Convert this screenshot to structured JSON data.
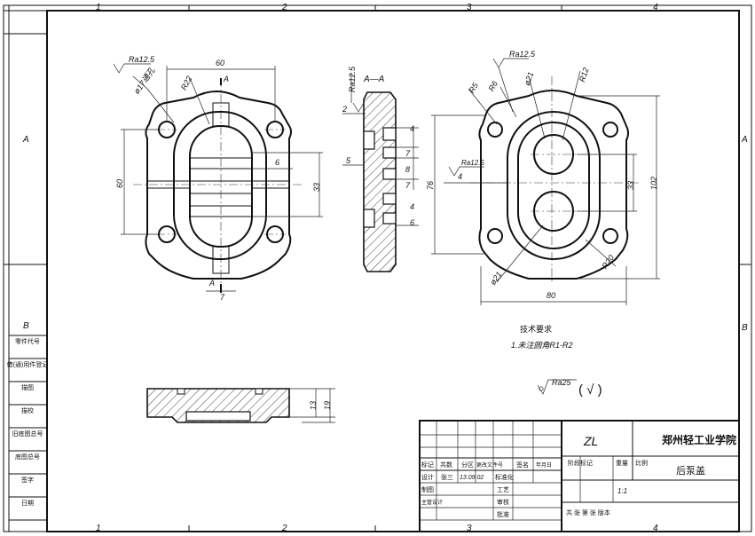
{
  "border": {
    "top_numbers": [
      "1",
      "2",
      "3",
      "4"
    ],
    "bottom_numbers": [
      "1",
      "2",
      "3",
      "4"
    ],
    "side_letters": [
      "A",
      "B"
    ]
  },
  "side_panel": {
    "rows": [
      "借(通)用件登记",
      "旧底图总号",
      "底图总号",
      "签字",
      "日期",
      "描图",
      "描校",
      "零件代号"
    ]
  },
  "views": {
    "front": {
      "surface_finish": "Ra12.5",
      "hole_note": "ø17通孔",
      "dims": {
        "width": "60",
        "radius": "R22",
        "height": "60",
        "depth": "6",
        "slot": "33",
        "section_width": "7"
      },
      "section_mark": "A"
    },
    "section": {
      "title": "A—A",
      "surface_finish_top": "Ra12.5",
      "surface_finish_mid": "Ra12.5",
      "dims": [
        "2",
        "4",
        "7",
        "8",
        "7",
        "5",
        "4",
        "6"
      ]
    },
    "right": {
      "surface_finish": "Ra12.5",
      "dims": {
        "r5": "R5",
        "r6": "R6",
        "d21_top": "ø21",
        "r12": "R12",
        "h76": "76",
        "h33": "33",
        "h102": "102",
        "d21_bot": "ø21",
        "r20": "R20",
        "w80": "80"
      }
    },
    "bottom": {
      "dims": [
        "13",
        "19"
      ]
    }
  },
  "tech_req": {
    "heading": "技术要求",
    "line1": "1.未注圆角R1-R2"
  },
  "general_roughness": {
    "value": "Ra25",
    "paren": "( √ )"
  },
  "title_block": {
    "material": "ZL",
    "school": "郑州轻工业学院",
    "part_name": "后泵盖",
    "ratio": "1:1",
    "labels": {
      "mark": "标记",
      "count": "共数",
      "zone": "分区",
      "change_doc": "更改文件号",
      "sign": "签名",
      "date_col": "年月日",
      "design": "设计",
      "designer": "张三",
      "design_date": "13.09.02",
      "standard": "标准化",
      "stage_mark": "阶段标记",
      "weight": "重量",
      "scale": "比例",
      "drafting": "制图",
      "process": "工艺",
      "chief": "主管设计",
      "review": "审核",
      "approve": "批准",
      "sheets": "共 张  第 张  版本"
    }
  }
}
